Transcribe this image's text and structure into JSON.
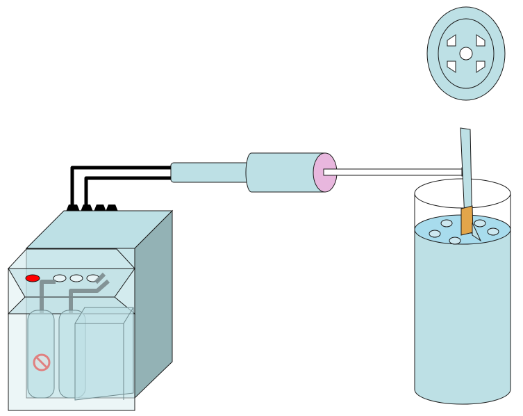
{
  "diagram": {
    "components": [
      {
        "id": "gas-supply-unit",
        "icon": "cabinet-with-cylinders"
      },
      {
        "id": "no-symbol",
        "icon": "prohibition-icon"
      },
      {
        "id": "control-indicator",
        "icon": "indicator-light"
      },
      {
        "id": "transport-tube",
        "icon": "tube"
      },
      {
        "id": "nozzle-assembly",
        "icon": "nozzle"
      },
      {
        "id": "capillary-line",
        "icon": "capillary"
      },
      {
        "id": "sample-vessel",
        "icon": "cylinder-container"
      },
      {
        "id": "sample-strip",
        "icon": "strip"
      },
      {
        "id": "sample-holder-top-view",
        "icon": "round-holder"
      }
    ],
    "colors": {
      "fill": "#bde0e5",
      "stroke": "#1a1a1a",
      "dark_side": "#93b2b5",
      "indicator_red": "#ff0000",
      "nozzle_tip": "#e8b7de",
      "strip": "#e2a54a",
      "liquid": "#a8dced",
      "tube": "#000000"
    },
    "texts": []
  }
}
